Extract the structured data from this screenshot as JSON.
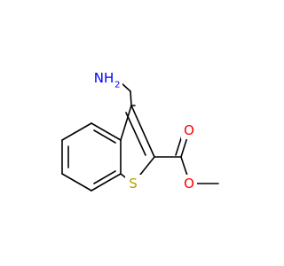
{
  "structure": {
    "atoms": {
      "amine": {
        "symbol": "NH",
        "subscript": "2",
        "color": "#0000ff"
      },
      "ring_sulfur": {
        "symbol": "S",
        "color": "#b8a000"
      },
      "carbonyl_oxygen": {
        "symbol": "O",
        "color": "#ff0000"
      },
      "ester_oxygen": {
        "symbol": "O",
        "color": "#ff0000"
      }
    },
    "bond_color": "#000000"
  }
}
